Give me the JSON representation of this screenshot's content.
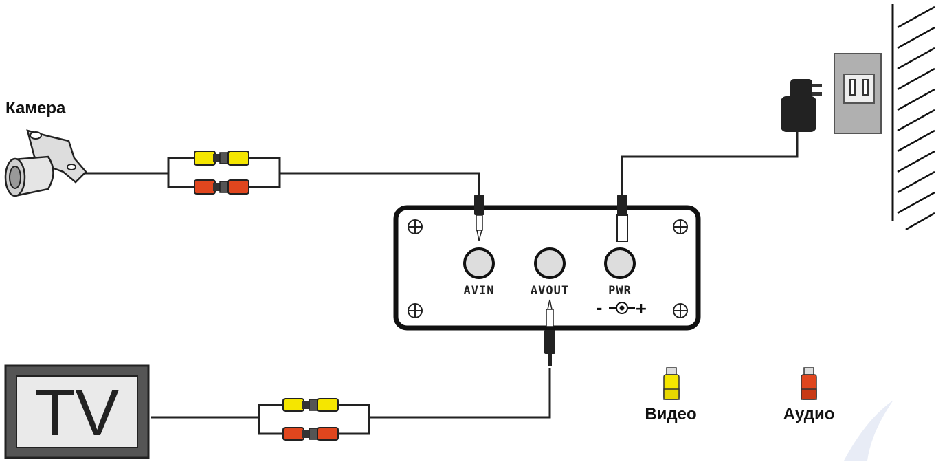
{
  "labels": {
    "camera": "Камера",
    "tv": "TV",
    "video": "Видео",
    "audio": "Аудио"
  },
  "ports": {
    "avin": "AVIN",
    "avout": "AVOUT",
    "pwr": "PWR",
    "minus": "-",
    "plus": "+"
  },
  "colors": {
    "video_plug": "#f5e600",
    "audio_plug": "#e0461e",
    "wire": "#222222",
    "outlet": "#b0b0b0"
  }
}
